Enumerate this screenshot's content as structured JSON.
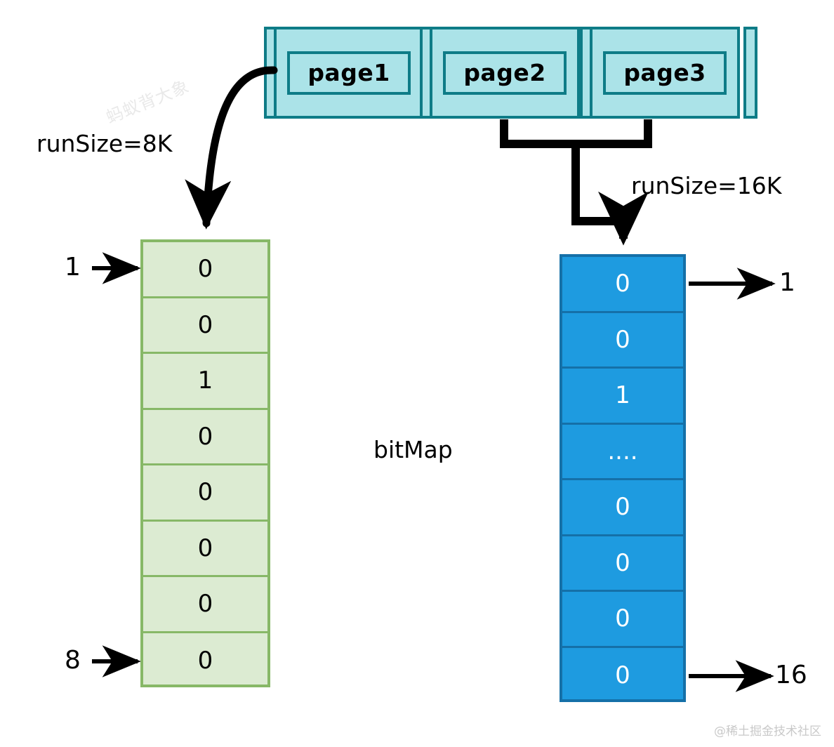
{
  "diagram": {
    "title": "bitMap",
    "center_label": "bitMap",
    "colors": {
      "page_fill": "#ABE3E8",
      "page_border": "#0E7C87",
      "green_fill": "#DCEBD2",
      "green_border": "#87B867",
      "blue_fill": "#1E9BE0",
      "blue_border": "#1570A8",
      "arrow": "#000000",
      "background": "#FFFFFF"
    }
  },
  "page_strip": {
    "pages": [
      {
        "label": "page1"
      },
      {
        "label": "page2"
      },
      {
        "label": "page3"
      }
    ]
  },
  "annotations": {
    "run_size_left": "runSize=8K",
    "run_size_right": "runSize=16K"
  },
  "left_bitmap": {
    "name": "green-bitmap",
    "start_index": "1",
    "end_index": "8",
    "cells": [
      "0",
      "0",
      "1",
      "0",
      "0",
      "0",
      "0",
      "0"
    ]
  },
  "right_bitmap": {
    "name": "blue-bitmap",
    "start_index": "1",
    "end_index": "16",
    "cells": [
      "0",
      "0",
      "1",
      "....",
      "0",
      "0",
      "0",
      "0"
    ]
  },
  "watermarks": {
    "rotated": "蚂蚁背大象",
    "corner": "@稀土掘金技术社区"
  }
}
